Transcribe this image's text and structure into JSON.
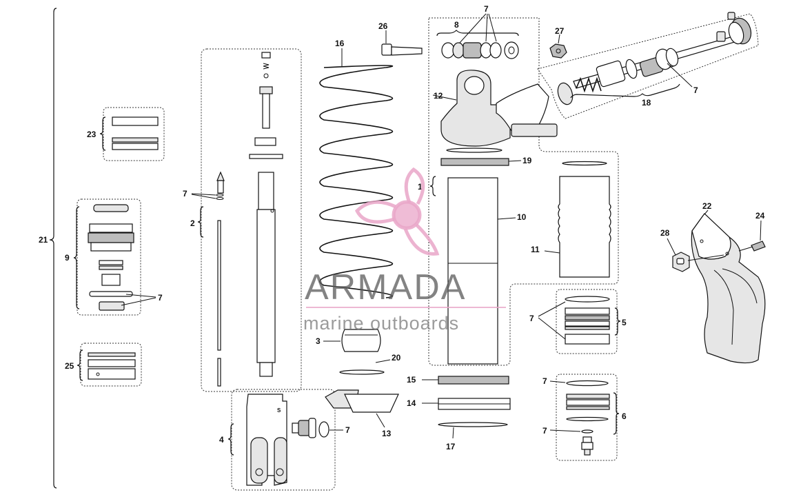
{
  "watermark": {
    "brand": "ARMADA",
    "tagline": "marine outboards",
    "logo_icon": "propeller-logo-icon",
    "logo_color": "#e9a6c8"
  },
  "callouts": {
    "c1": "1",
    "c2": "2",
    "c3": "3",
    "c4": "4",
    "c5": "5",
    "c6": "6",
    "c7": "7",
    "c8": "8",
    "c9": "9",
    "c10": "10",
    "c11": "11",
    "c12": "12",
    "c13": "13",
    "c14": "14",
    "c15": "15",
    "c16": "16",
    "c17": "17",
    "c18": "18",
    "c19": "19",
    "c20": "20",
    "c21": "21",
    "c22": "22",
    "c23": "23",
    "c24": "24",
    "c25": "25",
    "c26": "26",
    "c27": "27",
    "c28": "28"
  }
}
